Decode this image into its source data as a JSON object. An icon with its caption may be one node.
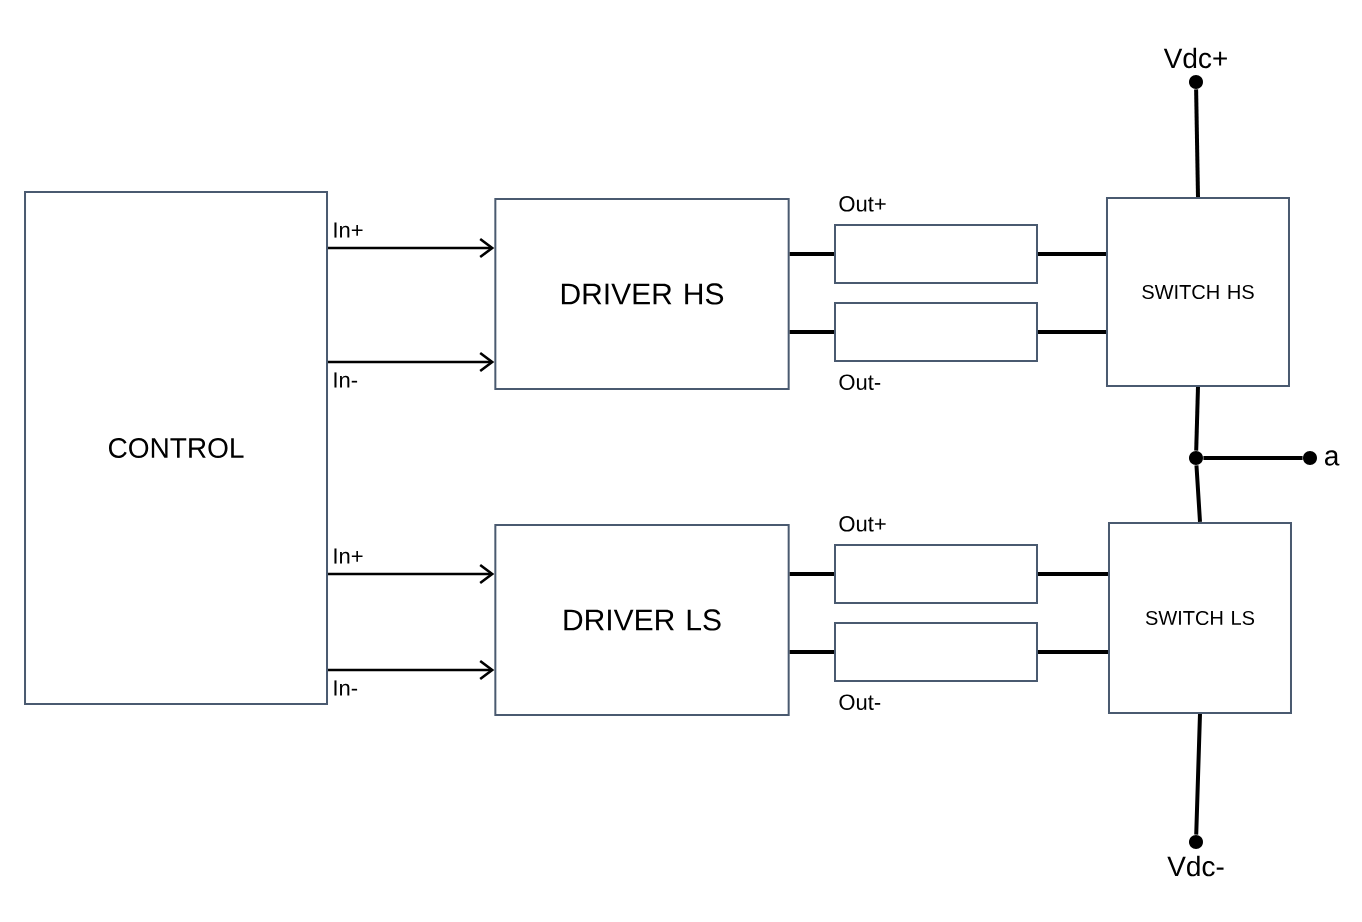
{
  "diagram": {
    "nodes": [
      {
        "text": [
          "CONTROL"
        ]
      },
      {
        "text": [
          "DRIVER HS"
        ]
      },
      {
        "text": [
          "DRIVER LS"
        ]
      },
      {
        "text": [],
        "shape": "box",
        "beside": [
          "Out+"
        ]
      },
      {
        "text": [],
        "shape": "box",
        "beside": [
          "Out-"
        ]
      },
      {
        "text": [],
        "shape": "box",
        "beside": [
          "Out+"
        ]
      },
      {
        "text": [],
        "shape": "box",
        "beside": [
          "Out-"
        ]
      },
      {
        "text": [
          "SWITCH HS"
        ]
      },
      {
        "text": [
          "SWITCH LS"
        ]
      },
      {
        "text": [
          "Vdc+"
        ]
      },
      {
        "text": [],
        "shape": "circle"
      },
      {
        "text": [
          "a"
        ]
      },
      {
        "text": [
          "Vdc-"
        ]
      }
    ],
    "edges": [
      {
        "from": 0,
        "to": 1,
        "arrow": "to",
        "label": "In+"
      },
      {
        "from": 0,
        "to": 1,
        "arrow": "to",
        "label": "In-"
      },
      {
        "from": 0,
        "to": 2,
        "arrow": "to",
        "label": "In+"
      },
      {
        "from": 0,
        "to": 2,
        "arrow": "to",
        "label": "In-"
      },
      {
        "from": 1,
        "to": 3,
        "arrow": "none"
      },
      {
        "from": 1,
        "to": 4,
        "arrow": "none"
      },
      {
        "from": 3,
        "to": 7,
        "arrow": "none"
      },
      {
        "from": 4,
        "to": 7,
        "arrow": "none"
      },
      {
        "from": 2,
        "to": 5,
        "arrow": "none"
      },
      {
        "from": 2,
        "to": 6,
        "arrow": "none"
      },
      {
        "from": 5,
        "to": 8,
        "arrow": "none"
      },
      {
        "from": 6,
        "to": 8,
        "arrow": "none"
      },
      {
        "from": 9,
        "to": 7,
        "arrow": "none"
      },
      {
        "from": 7,
        "to": 10,
        "arrow": "none"
      },
      {
        "from": 10,
        "to": 8,
        "arrow": "none"
      },
      {
        "from": 10,
        "to": 11,
        "arrow": "none"
      },
      {
        "from": 8,
        "to": 12,
        "arrow": "none"
      }
    ]
  }
}
